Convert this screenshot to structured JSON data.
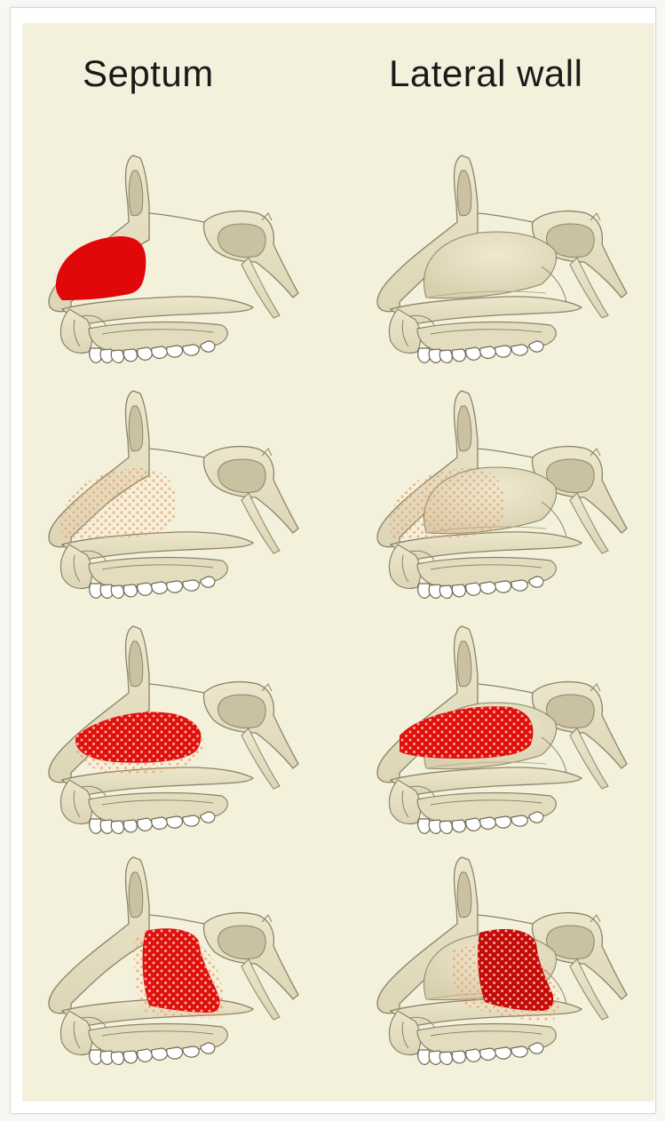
{
  "headings": {
    "left": "Septum",
    "right": "Lateral wall"
  },
  "colors": {
    "background": "#f3f1dc",
    "bone_fill": "#e8e1c6",
    "bone_outline": "#8a8468",
    "cavity": "#c9c1a2",
    "lesion_red": "#e00808",
    "lesion_dark_red": "#c40a0a",
    "dot_orange": "#f4a070"
  },
  "figures": [
    {
      "row": 1,
      "column": "septum",
      "highlight": "solid-red-anterior"
    },
    {
      "row": 1,
      "column": "lateral-wall",
      "highlight": "none"
    },
    {
      "row": 2,
      "column": "septum",
      "highlight": "faint-dotted-anterior"
    },
    {
      "row": 2,
      "column": "lateral-wall",
      "highlight": "faint-dotted-anterior"
    },
    {
      "row": 3,
      "column": "septum",
      "highlight": "red-dotted-middle"
    },
    {
      "row": 3,
      "column": "lateral-wall",
      "highlight": "red-dotted-middle"
    },
    {
      "row": 4,
      "column": "septum",
      "highlight": "red-dotted-posterior"
    },
    {
      "row": 4,
      "column": "lateral-wall",
      "highlight": "dark-red-dotted-posterior"
    }
  ]
}
